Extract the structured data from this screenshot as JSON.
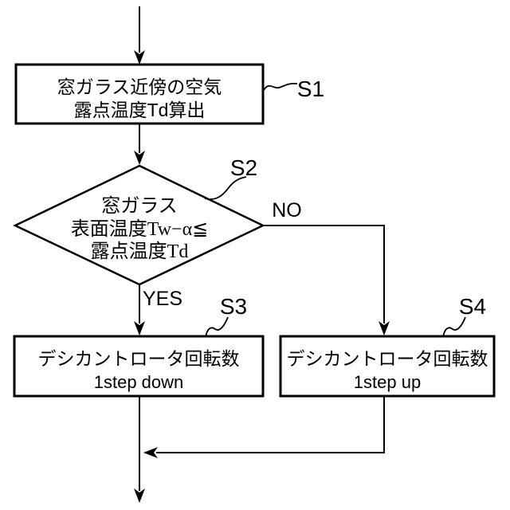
{
  "page": {
    "background_color": "#ffffff",
    "ink_color": "#000000"
  },
  "flowchart": {
    "nodes": {
      "s1": {
        "step": "S1",
        "shape": "process",
        "lines": [
          "窓ガラス近傍の空気",
          "露点温度Td算出"
        ]
      },
      "s2": {
        "step": "S2",
        "shape": "decision",
        "lines": [
          "窓ガラス",
          "表面温度Tw−α≦",
          "露点温度Td"
        ]
      },
      "s3": {
        "step": "S3",
        "shape": "process",
        "lines": [
          "デシカントロータ回転数",
          "1step down"
        ]
      },
      "s4": {
        "step": "S4",
        "shape": "process",
        "lines": [
          "デシカントロータ回転数",
          "1step up"
        ]
      }
    },
    "branches": {
      "yes": "YES",
      "no": "NO"
    }
  }
}
